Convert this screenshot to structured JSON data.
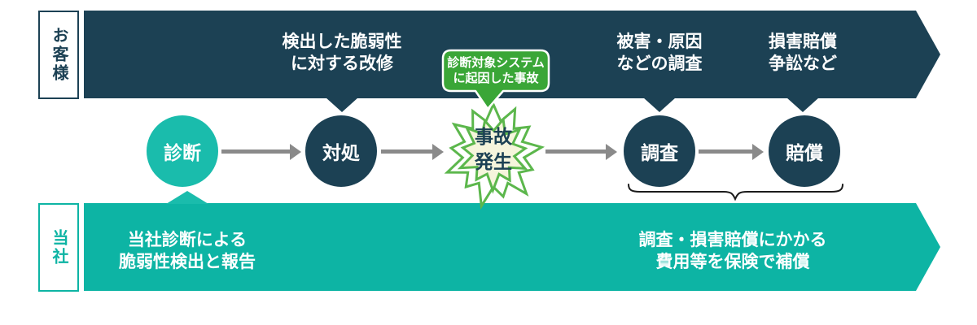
{
  "lanes": {
    "customer_label": "お客様",
    "company_label": "当社"
  },
  "top_band": {
    "annotations": [
      {
        "line1": "検出した脆弱性",
        "line2": "に対する改修"
      },
      {
        "line1": "被害・原因",
        "line2": "などの調査"
      },
      {
        "line1": "損害賠償",
        "line2": "争訟など"
      }
    ]
  },
  "flow": {
    "steps": [
      {
        "label": "診断"
      },
      {
        "label": "対処"
      },
      {
        "label": "調査"
      },
      {
        "label": "賠償"
      }
    ],
    "incident": {
      "line1": "事故",
      "line2": "発生"
    }
  },
  "callout": {
    "line1": "診断対象システム",
    "line2": "に起因した事故"
  },
  "bottom_band": {
    "annotations": [
      {
        "line1": "当社診断による",
        "line2": "脆弱性検出と報告"
      },
      {
        "line1": "調査・損害賠償にかかる",
        "line2": "費用等を保険で補償"
      }
    ]
  },
  "colors": {
    "navy": "#1C4154",
    "teal": "#0DB4A4",
    "teal_circle": "#1ABCAC",
    "callout_green": "#3AA637",
    "star_green": "#5CB74C",
    "star_fill": "#F6F5DC",
    "arrow_gray": "#8A8A8A",
    "brace_black": "#1B1B1B"
  }
}
